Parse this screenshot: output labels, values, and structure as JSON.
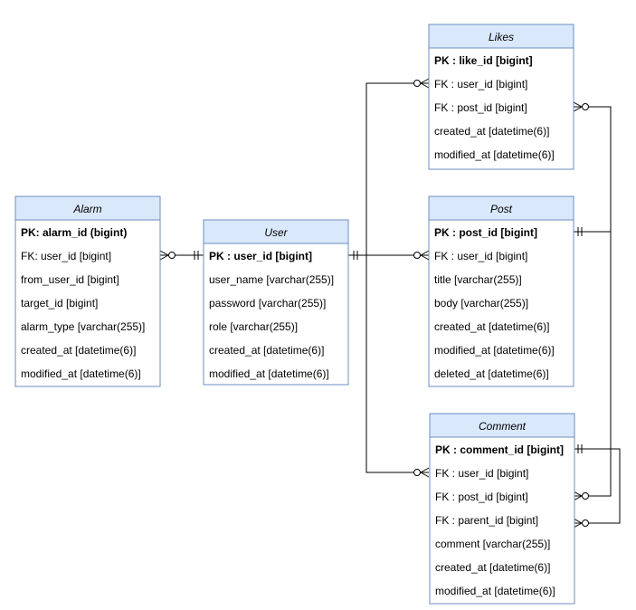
{
  "entities": {
    "alarm": {
      "title": "Alarm",
      "fields": [
        "PK: alarm_id (bigint)",
        "FK: user_id [bigint]",
        "from_user_id [bigint]",
        "target_id [bigint]",
        "alarm_type [varchar(255)]",
        "created_at [datetime(6)]",
        "modified_at [datetime(6)]"
      ]
    },
    "user": {
      "title": "User",
      "fields": [
        "PK : user_id [bigint]",
        "user_name [varchar(255)]",
        "password [varchar(255)]",
        "role [varchar(255)]",
        "created_at [datetime(6)]",
        "modified_at [datetime(6)]"
      ]
    },
    "likes": {
      "title": "Likes",
      "fields": [
        "PK : like_id [bigint]",
        "FK : user_id [bigint]",
        "FK : post_id [bigint]",
        "created_at [datetime(6)]",
        "modified_at [datetime(6)]"
      ]
    },
    "post": {
      "title": "Post",
      "fields": [
        "PK : post_id [bigint]",
        "FK : user_id [bigint]",
        "title [varchar(255)]",
        "body [varchar(255)]",
        "created_at [datetime(6)]",
        "modified_at [datetime(6)]",
        "deleted_at [datetime(6)]"
      ]
    },
    "comment": {
      "title": "Comment",
      "fields": [
        "PK : comment_id [bigint]",
        "FK : user_id [bigint]",
        "FK : post_id [bigint]",
        "FK : parent_id [bigint]",
        "comment [varchar(255)]",
        "created_at [datetime(6)]",
        "modified_at [datetime(6)]"
      ]
    }
  },
  "relationships": [
    {
      "from": "user",
      "to": "alarm",
      "from_cardinality": "exactly-one",
      "to_cardinality": "zero-or-many"
    },
    {
      "from": "user",
      "to": "post",
      "from_cardinality": "exactly-one",
      "to_cardinality": "zero-or-many"
    },
    {
      "from": "user",
      "to": "likes",
      "from_cardinality": "exactly-one",
      "to_cardinality": "zero-or-many"
    },
    {
      "from": "user",
      "to": "comment",
      "from_cardinality": "exactly-one",
      "to_cardinality": "zero-or-many"
    },
    {
      "from": "post",
      "to": "likes",
      "from_cardinality": "exactly-one",
      "to_cardinality": "zero-or-many"
    },
    {
      "from": "post",
      "to": "comment",
      "from_cardinality": "exactly-one",
      "to_cardinality": "zero-or-many"
    },
    {
      "from": "comment",
      "to": "comment",
      "from_cardinality": "exactly-one",
      "to_cardinality": "zero-or-many"
    }
  ],
  "colors": {
    "header_fill": "#dae8fc",
    "border": "#6c8ebf",
    "line": "#000000"
  }
}
